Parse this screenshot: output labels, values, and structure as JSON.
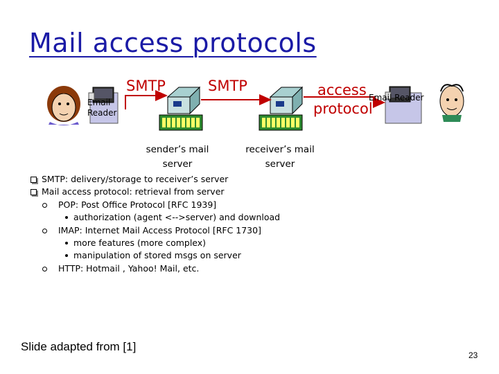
{
  "slide": {
    "title": "Mail access protocols",
    "footer": "Slide adapted from [1]",
    "page_number": "23"
  },
  "diagram": {
    "smtp_label_1": "SMTP",
    "smtp_label_2": "SMTP",
    "access_label": "access",
    "protocol_label": "protocol",
    "sender_ua_label_line1": "Email",
    "sender_ua_label_line2": "Reader",
    "receiver_ua_label": "Email Reader",
    "sender_server_line1": "sender’s mail",
    "sender_server_line2": "server",
    "receiver_server_line1": "receiver’s mail",
    "receiver_server_line2": "server",
    "arrow_color": "#c00000"
  },
  "bullets": [
    {
      "level": 1,
      "text": "SMTP: delivery/storage to receiver’s server"
    },
    {
      "level": 1,
      "text": "Mail access protocol: retrieval from server"
    },
    {
      "level": 2,
      "text": "POP: Post Office Protocol [RFC 1939]"
    },
    {
      "level": 3,
      "text": "authorization (agent <-->server) and download"
    },
    {
      "level": 2,
      "text": "IMAP: Internet Mail Access Protocol [RFC 1730]"
    },
    {
      "level": 3,
      "text": "more features (more complex)"
    },
    {
      "level": 3,
      "text": "manipulation of stored msgs on server"
    },
    {
      "level": 2,
      "text": "HTTP: Hotmail , Yahoo! Mail, etc."
    }
  ]
}
